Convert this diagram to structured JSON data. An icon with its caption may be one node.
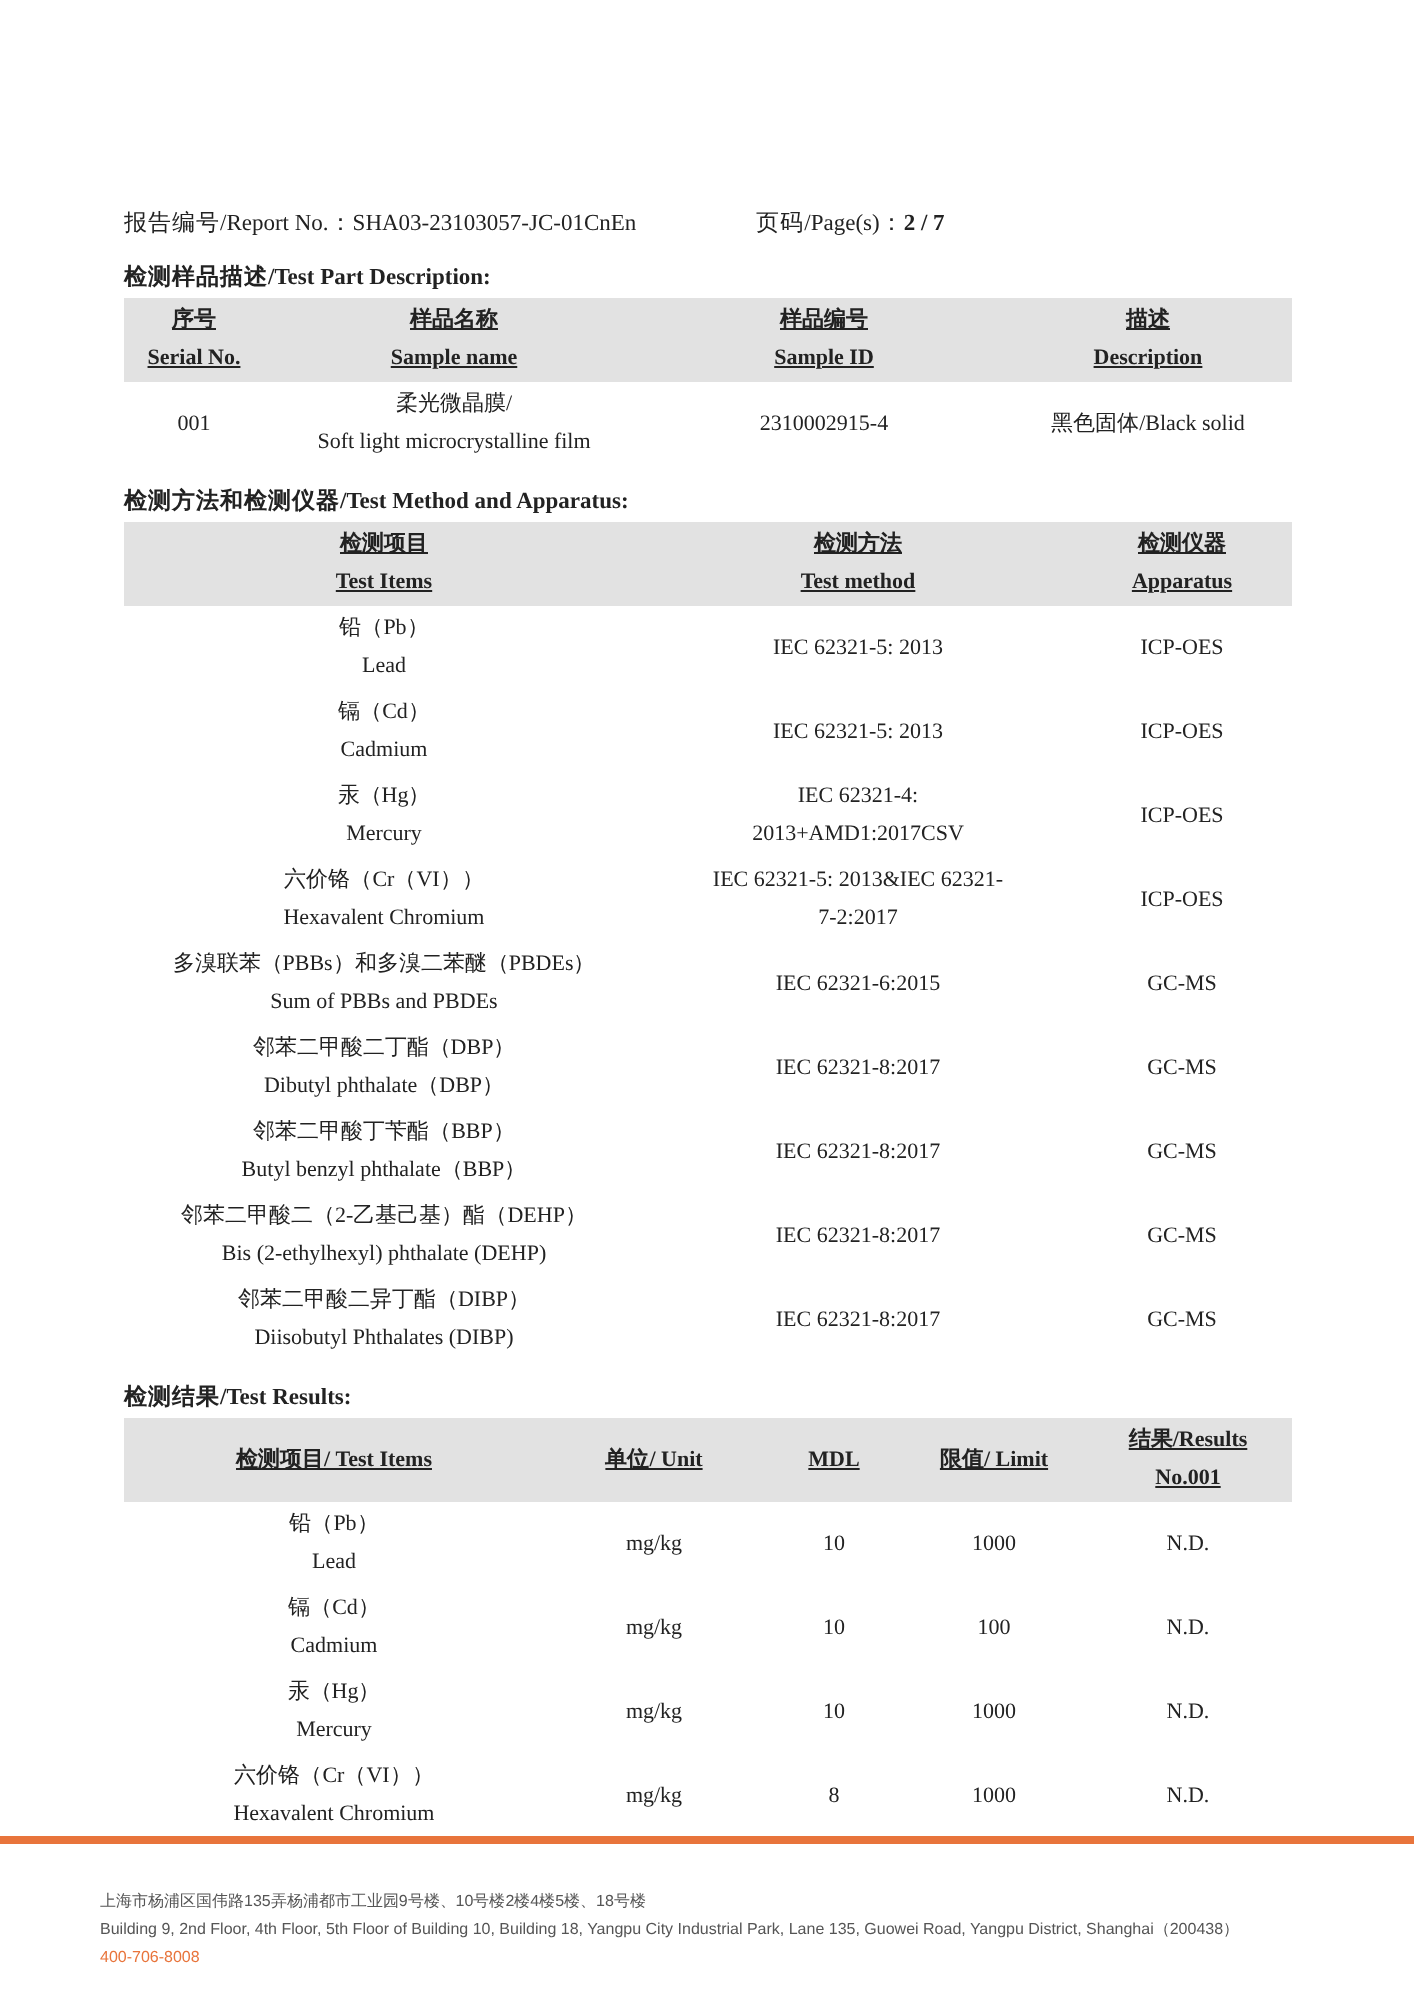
{
  "diagram": {
    "labels": [
      "报告编号/Report No.：SHA03-23103057-JC-01CnEn",
      "页码/Page(s)：**2 / 7**",
      "检测样品描述/Test Part Description:",
      "序号",
      "Serial No.",
      "样品名称",
      "Sample name",
      "样品编号",
      "Sample ID",
      "描述",
      "Description",
      "001",
      "柔光微晶膜/",
      "Soft light microcrystalline film",
      "2310002915-4",
      "黑色固体/Black solid",
      "检测方法和检测仪器/Test Method and Apparatus:",
      "检测项目",
      "Test Items",
      "检测方法",
      "Test method",
      "检测仪器",
      "Apparatus",
      "铅（Pb）",
      "Lead",
      "IEC 62321-5: 2013",
      "ICP-OES",
      "镉（Cd）",
      "Cadmium",
      "IEC 62321-5: 2013",
      "ICP-OES",
      "汞（Hg）",
      "Mercury",
      "IEC 62321-4: 2013+AMD1:2017CSV",
      "ICP-OES",
      "六价铬（Cr（VI））",
      "Hexavalent Chromium",
      "IEC 62321-5: 2013&IEC 62321-7-2:2017",
      "ICP-OES",
      "多溴联苯（PBBs）和多溴二苯醚（PBDEs）",
      "Sum of PBBs and PBDEs",
      "IEC 62321-6:2015",
      "GC-MS",
      "邻苯二甲酸二丁酯（DBP）",
      "Dibutyl phthalate（DBP）",
      "IEC 62321-8:2017",
      "GC-MS",
      "邻苯二甲酸丁苄酯（BBP）",
      "Butyl benzyl phthalate（BBP）",
      "IEC 62321-8:2017",
      "GC-MS",
      "邻苯二甲酸二（2-乙基己基）酯（DEHP）",
      "Bis (2-ethylhexyl) phthalate (DEHP)",
      "IEC 62321-8:2017",
      "GC-MS",
      "邻苯二甲酸二异丁酯（DIBP）",
      "Diisobutyl Phthalates (DIBP)",
      "IEC 62321-8:2017",
      "GC-MS",
      "检测结果/Test Results:",
      "检测项目/ Test Items",
      "单位/ Unit",
      "MDL",
      "限值/ Limit",
      "结果/Results",
      "No.001",
      "铅（Pb）",
      "Lead",
      "mg/kg",
      "10",
      "1000",
      "N.D.",
      "镉（Cd）",
      "Cadmium",
      "mg/kg",
      "10",
      "100",
      "N.D.",
      "汞（Hg）",
      "Mercury",
      "mg/kg",
      "10",
      "1000",
      "N.D.",
      "六价铬（Cr（VI））",
      "Hexavalent Chromium",
      "mg/kg",
      "8",
      "1000",
      "N.D.",
      "上海市杨浦区国伟路135弄杨浦都市工业园9号楼、10号楼2楼4楼5楼、18号楼",
      "Building 9, 2nd Floor, 4th Floor, 5th Floor of Building 10, Building 18, Yangpu City Industrial Park, Lane 135, Guowei Road, Yangpu District, Shanghai（200438）",
      "400-706-8008"
    ]
  }
}
